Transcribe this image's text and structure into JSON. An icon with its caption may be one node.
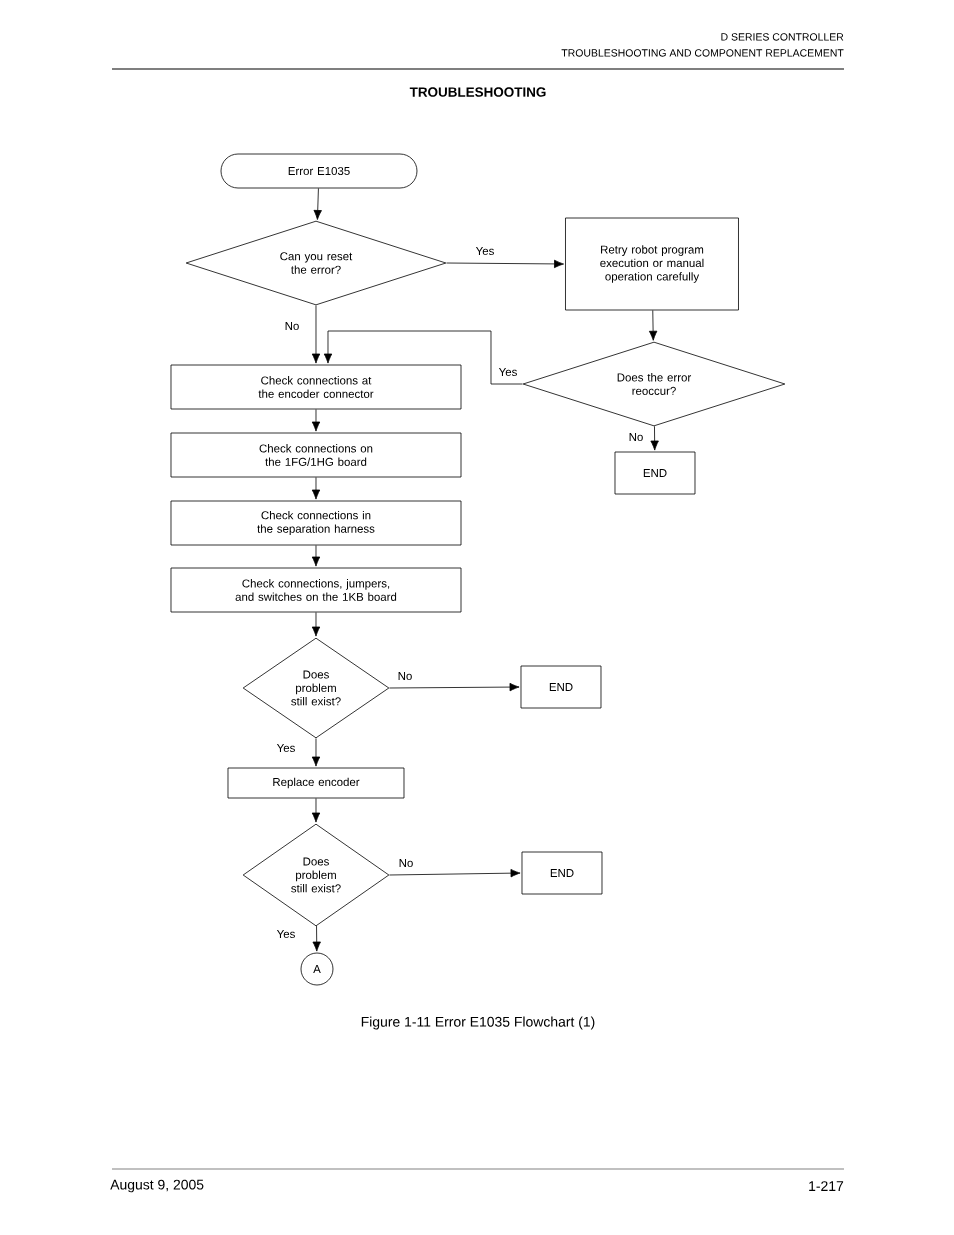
{
  "diagram": {
    "title": "TROUBLESHOOTING",
    "caption": "Figure 1-11  Error E1035 Flowchart (1)",
    "nodes": [
      {
        "text": [
          "Error E1035"
        ]
      },
      {
        "text": [
          "Can you reset the error?"
        ]
      },
      {
        "text": [
          "Retry robot program execution or manual operation carefully"
        ]
      },
      {
        "text": [
          "Does the error reoccur?"
        ]
      },
      {
        "text": [
          "END"
        ]
      },
      {
        "text": [
          "Check connections at the encoder connector"
        ]
      },
      {
        "text": [
          "Check connections on the 1FG/1HG board"
        ]
      },
      {
        "text": [
          "Check connections in the separation harness"
        ]
      },
      {
        "text": [
          "Check connections, jumpers, and switches on the 1KB board"
        ]
      },
      {
        "text": [
          "Does problem still exist?"
        ]
      },
      {
        "text": [
          "END"
        ]
      },
      {
        "text": [
          "Replace encoder"
        ]
      },
      {
        "text": [
          "Does problem still exist?"
        ]
      },
      {
        "text": [
          "END"
        ]
      },
      {
        "text": [
          "A"
        ]
      }
    ],
    "edges": [
      {
        "from": 0,
        "to": 1,
        "arrow": "to"
      },
      {
        "from": 1,
        "to": 2,
        "arrow": "to",
        "label": "Yes"
      },
      {
        "from": 2,
        "to": 3,
        "arrow": "to"
      },
      {
        "from": 3,
        "to": 4,
        "arrow": "to",
        "label": "No"
      },
      {
        "from": 3,
        "to": 5,
        "arrow": "to",
        "label": "Yes"
      },
      {
        "from": 1,
        "to": 5,
        "arrow": "to",
        "label": "No"
      },
      {
        "from": 5,
        "to": 6,
        "arrow": "to"
      },
      {
        "from": 6,
        "to": 7,
        "arrow": "to"
      },
      {
        "from": 7,
        "to": 8,
        "arrow": "to"
      },
      {
        "from": 8,
        "to": 9,
        "arrow": "to"
      },
      {
        "from": 9,
        "to": 10,
        "arrow": "to",
        "label": "No"
      },
      {
        "from": 9,
        "to": 11,
        "arrow": "to",
        "label": "Yes"
      },
      {
        "from": 11,
        "to": 12,
        "arrow": "to"
      },
      {
        "from": 12,
        "to": 13,
        "arrow": "to",
        "label": "No"
      },
      {
        "from": 12,
        "to": 14,
        "arrow": "to",
        "label": "Yes"
      }
    ],
    "labels": [
      "D SERIES CONTROLLER",
      "TROUBLESHOOTING AND COMPONENT REPLACEMENT",
      "August 9, 2005",
      "1-217"
    ]
  }
}
